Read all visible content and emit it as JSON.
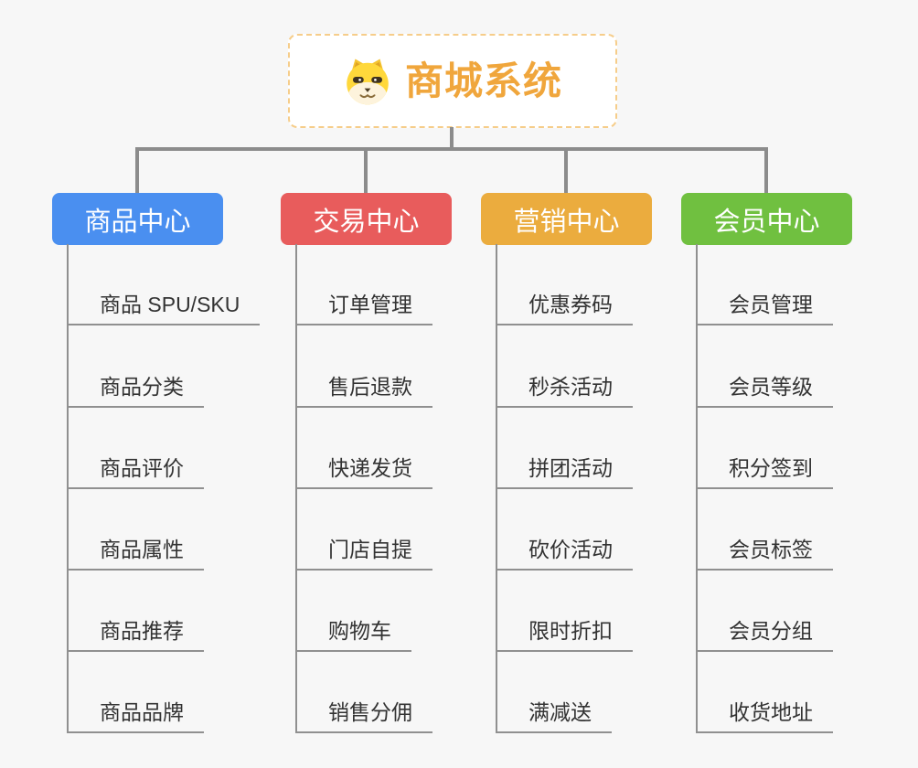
{
  "root": {
    "title": "商城系统",
    "icon": "dog-face-icon",
    "title_color": "#F0A63C",
    "border_color": "#F6CD8A"
  },
  "connector_color": "#8C8C8C",
  "branches": [
    {
      "label": "商品中心",
      "color": "#4A8FF0",
      "children": [
        "商品 SPU/SKU",
        "商品分类",
        "商品评价",
        "商品属性",
        "商品推荐",
        "商品品牌"
      ]
    },
    {
      "label": "交易中心",
      "color": "#E85C5C",
      "children": [
        "订单管理",
        "售后退款",
        "快递发货",
        "门店自提",
        "购物车",
        "销售分佣"
      ]
    },
    {
      "label": "营销中心",
      "color": "#EBAC3E",
      "children": [
        "优惠券码",
        "秒杀活动",
        "拼团活动",
        "砍价活动",
        "限时折扣",
        "满减送"
      ]
    },
    {
      "label": "会员中心",
      "color": "#70C040",
      "children": [
        "会员管理",
        "会员等级",
        "积分签到",
        "会员标签",
        "会员分组",
        "收货地址"
      ]
    }
  ]
}
